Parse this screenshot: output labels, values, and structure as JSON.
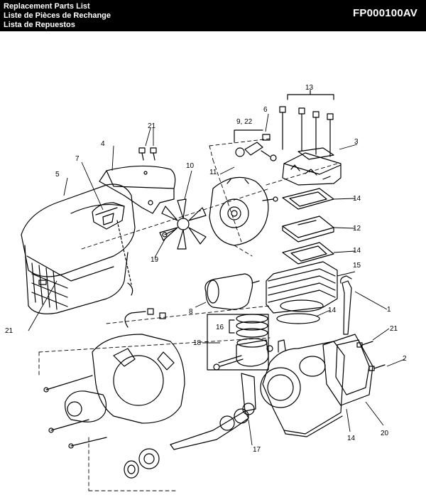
{
  "header": {
    "titles": [
      "Replacement Parts List",
      "Liste de Pièces de Rechange",
      "Lista de Repuestos"
    ],
    "document_number": "FP000100AV"
  },
  "callouts": {
    "c1": "1",
    "c2": "2",
    "c3": "3",
    "c4": "4",
    "c5": "5",
    "c6": "6",
    "c7": "7",
    "c8": "8",
    "c9_22": "9, 22",
    "c10": "10",
    "c11": "11",
    "c12": "12",
    "c13": "13",
    "c14a": "14",
    "c14b": "14",
    "c14c": "14",
    "c14d": "14",
    "c15": "15",
    "c16": "16",
    "c17": "17",
    "c18": "18",
    "c19": "19",
    "c20": "20",
    "c21a": "21",
    "c21b": "21",
    "c21c": "21"
  },
  "colors": {
    "ink": "#000000",
    "paper": "#ffffff",
    "header_bg": "#000000",
    "header_text": "#ffffff"
  }
}
